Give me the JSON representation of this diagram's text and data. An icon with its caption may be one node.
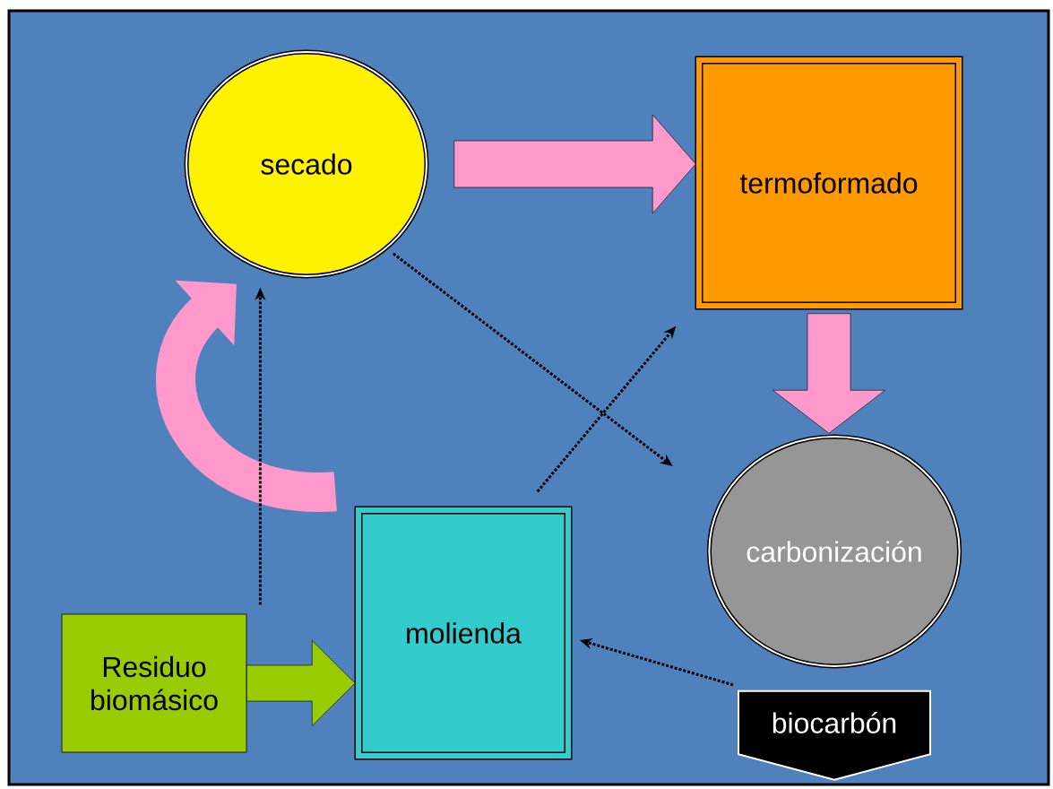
{
  "diagram": {
    "nodes": [
      {
        "text": [
          "secado"
        ]
      },
      {
        "text": [
          "termoformado"
        ]
      },
      {
        "text": [
          "carbonización"
        ]
      },
      {
        "text": [
          "molienda"
        ]
      },
      {
        "text": [
          "Residuo biomásico"
        ]
      },
      {
        "text": [
          "biocarbón"
        ]
      }
    ],
    "edges": [
      {
        "from": 0,
        "to": 1,
        "arrow": "to",
        "style": "thick",
        "color": "#ff99cc"
      },
      {
        "from": 1,
        "to": 2,
        "arrow": "to",
        "style": "thick",
        "color": "#ff99cc"
      },
      {
        "from": 3,
        "to": 0,
        "arrow": "to",
        "style": "thick",
        "color": "#ff99cc"
      },
      {
        "from": 4,
        "to": 3,
        "arrow": "to",
        "style": "thick",
        "color": "#99cc00"
      },
      {
        "from": 4,
        "to": 0,
        "arrow": "to",
        "style": "dashed"
      },
      {
        "from": 0,
        "to": 2,
        "arrow": "to",
        "style": "dashed"
      },
      {
        "from": 3,
        "to": 1,
        "arrow": "to",
        "style": "dashed"
      },
      {
        "from": 5,
        "to": 3,
        "arrow": "to",
        "style": "dashed"
      }
    ]
  }
}
